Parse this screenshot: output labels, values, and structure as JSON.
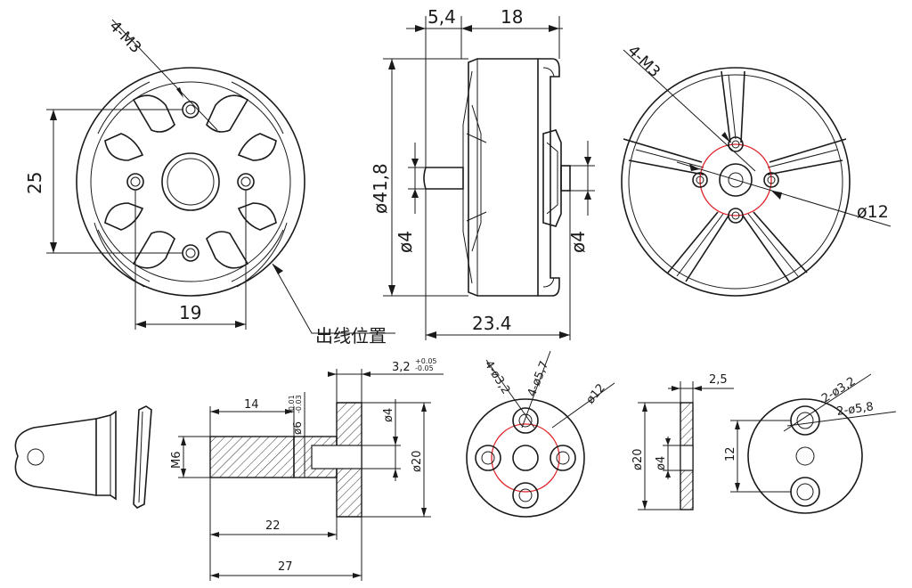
{
  "labels": {
    "rear_holes": "4-M3",
    "rear_spacing_v": "25",
    "rear_spacing_h": "19",
    "wire_exit": "出线位置",
    "thick_a": "5,4",
    "thick_b": "18",
    "diameter": "ø41,8",
    "shaft_left": "ø4",
    "shaft_right": "ø4",
    "width": "23.4",
    "front_holes": "4-M3",
    "front_circle": "ø12",
    "adapter_flange": "3,2",
    "adapter_flange_tol_up": "+0.05",
    "adapter_flange_tol_dn": "-0.05",
    "adapter_len_14": "14",
    "adapter_thread": "M6",
    "adapter_bore": "ø6",
    "adapter_bore_tol_up": "-0.01",
    "adapter_bore_tol_dn": "-0.03",
    "adapter_inner": "ø4",
    "adapter_dia": "ø20",
    "adapter_len_22": "22",
    "adapter_len_27": "27",
    "mount_holes_a": "4-ø3,2",
    "mount_holes_b": "4-ø5,7",
    "mount_circle": "ø12",
    "washer_thick": "2,5",
    "washer_dia": "ø20",
    "washer_inner": "ø4",
    "washer_spacing": "12",
    "washer_holes_a": "2-ø3,2",
    "washer_holes_b": "2-ø5,8"
  }
}
